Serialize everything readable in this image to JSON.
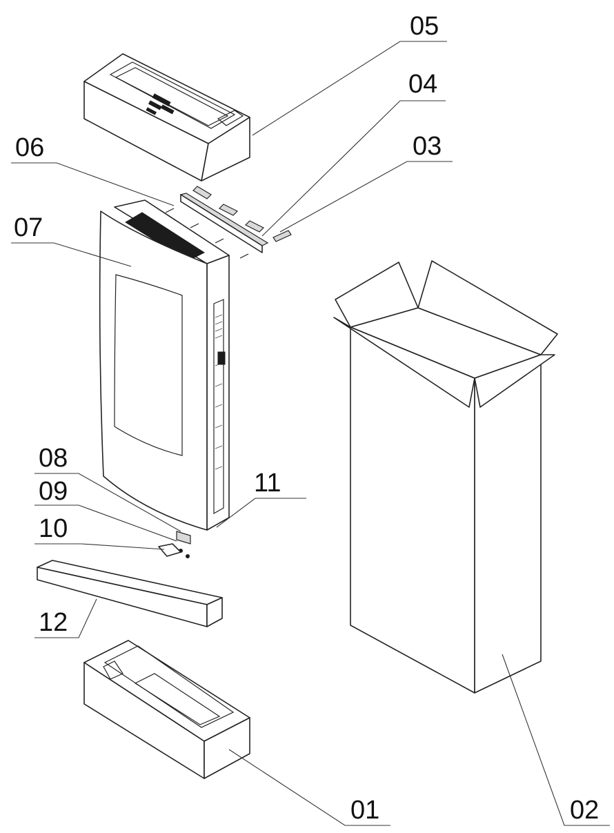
{
  "callouts": [
    {
      "id": "05",
      "label": "05",
      "part": "top-packaging-insert"
    },
    {
      "id": "04",
      "label": "04",
      "part": "mounting-bracket"
    },
    {
      "id": "06",
      "label": "06",
      "part": "wall-plugs"
    },
    {
      "id": "03",
      "label": "03",
      "part": "screws"
    },
    {
      "id": "07",
      "label": "07",
      "part": "heater-panel"
    },
    {
      "id": "08",
      "label": "08",
      "part": "bottom-fixing-bracket"
    },
    {
      "id": "09",
      "label": "09",
      "part": "small-screws"
    },
    {
      "id": "10",
      "label": "10",
      "part": "small-bracket"
    },
    {
      "id": "11",
      "label": "11",
      "part": "side-vent-grille"
    },
    {
      "id": "12",
      "label": "12",
      "part": "foam-strip"
    },
    {
      "id": "01",
      "label": "01",
      "part": "bottom-packaging-insert"
    },
    {
      "id": "02",
      "label": "02",
      "part": "cardboard-box"
    }
  ],
  "colors": {
    "line": "#222222",
    "background": "#ffffff"
  }
}
